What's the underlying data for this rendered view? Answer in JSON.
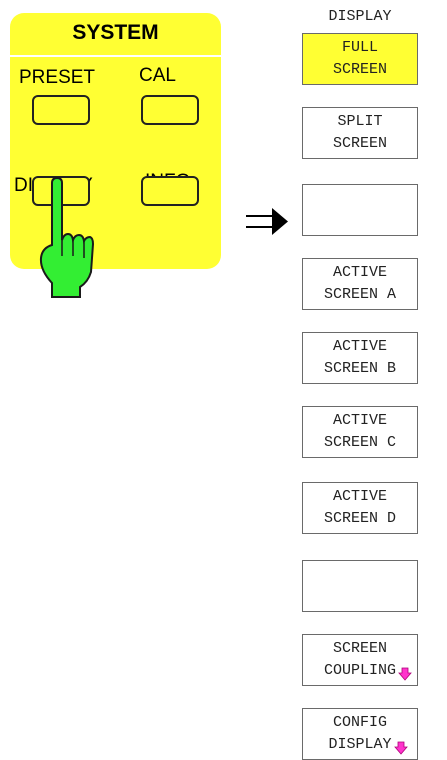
{
  "system_panel": {
    "title": "SYSTEM",
    "keys": {
      "preset": "PRESET",
      "cal": "CAL",
      "display": "DISPLAY",
      "info": "INFO"
    }
  },
  "softkey_menu": {
    "title": "DISPLAY",
    "softkeys": [
      {
        "line1": "FULL",
        "line2": "SCREEN",
        "active": true
      },
      {
        "line1": "SPLIT",
        "line2": "SCREEN"
      },
      {
        "line1": "",
        "line2": ""
      },
      {
        "line1": "ACTIVE",
        "line2": "SCREEN A"
      },
      {
        "line1": "ACTIVE",
        "line2": "SCREEN B"
      },
      {
        "line1": "ACTIVE",
        "line2": "SCREEN C"
      },
      {
        "line1": "ACTIVE",
        "line2": "SCREEN D"
      },
      {
        "line1": "",
        "line2": ""
      },
      {
        "line1": "SCREEN",
        "line2": "COUPLING",
        "submenu": true
      },
      {
        "line1": "CONFIG",
        "line2": "DISPLAY",
        "submenu": true
      }
    ]
  },
  "colors": {
    "panel": "#ffff33",
    "finger": "#33ee33",
    "submenu_arrow": "#ff33cc"
  },
  "icons": [
    "hand-pointer-icon",
    "right-arrow-icon",
    "submenu-down-arrow-icon"
  ]
}
